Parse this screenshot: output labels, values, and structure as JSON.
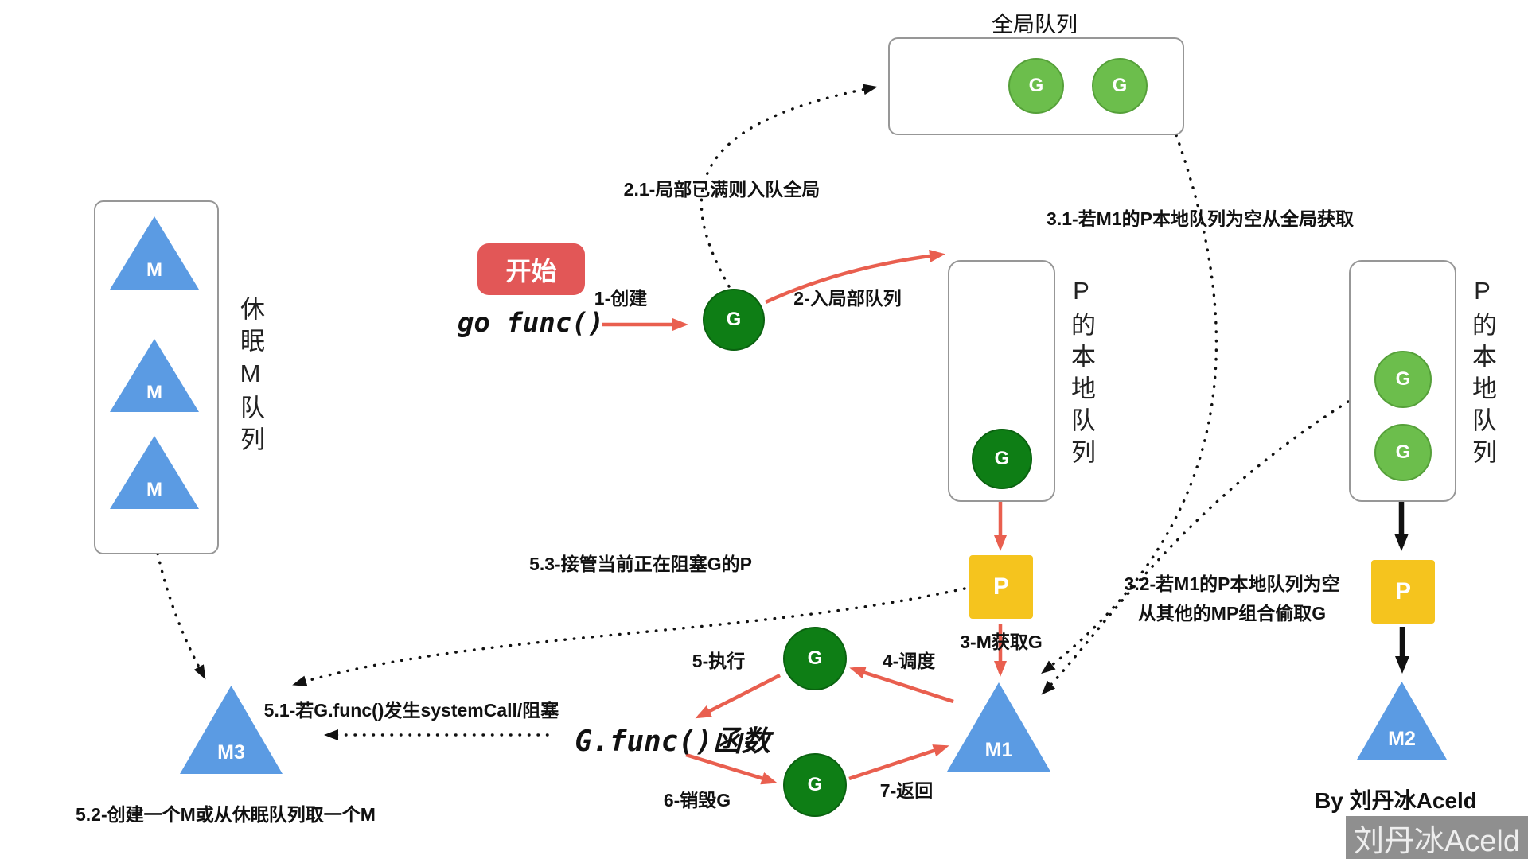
{
  "title": "全局队列",
  "letters": {
    "g": "G",
    "p": "P",
    "m": "M",
    "m1": "M1",
    "m2": "M2",
    "m3": "M3"
  },
  "labels": {
    "sleep_queue": "休眠M队列",
    "p_local_queue_mid": "P的本地队列",
    "p_local_queue_right": "P的本地队列",
    "start_button": "开始",
    "go_func": "go func()",
    "gfunc_center": "G.func()函数"
  },
  "steps": {
    "s1": "1-创建",
    "s2": "2-入局部队列",
    "s2_1": "2.1-局部已满则入队全局",
    "s3": "3-M获取G",
    "s3_1": "3.1-若M1的P本地队列为空从全局获取",
    "s3_2_line1": "3.2-若M1的P本地队列为空",
    "s3_2_line2": "从其他的MP组合偷取G",
    "s4": "4-调度",
    "s5": "5-执行",
    "s5_1": "5.1-若G.func()发生systemCall/阻塞",
    "s5_2": "5.2-创建一个M或从休眠队列取一个M",
    "s5_3": "5.3-接管当前正在阻塞G的P",
    "s6": "6-销毁G",
    "s7": "7-返回"
  },
  "credit": "By 刘丹冰Aceld",
  "watermark": "刘丹冰Aceld",
  "colors": {
    "triangle_blue": "#5B9BE3",
    "g_dark_green": "#0E7E15",
    "g_light_green": "#6CBE4C",
    "p_yellow": "#F5C41E",
    "arrow_red": "#E95F4F",
    "start_red": "#E25757"
  }
}
